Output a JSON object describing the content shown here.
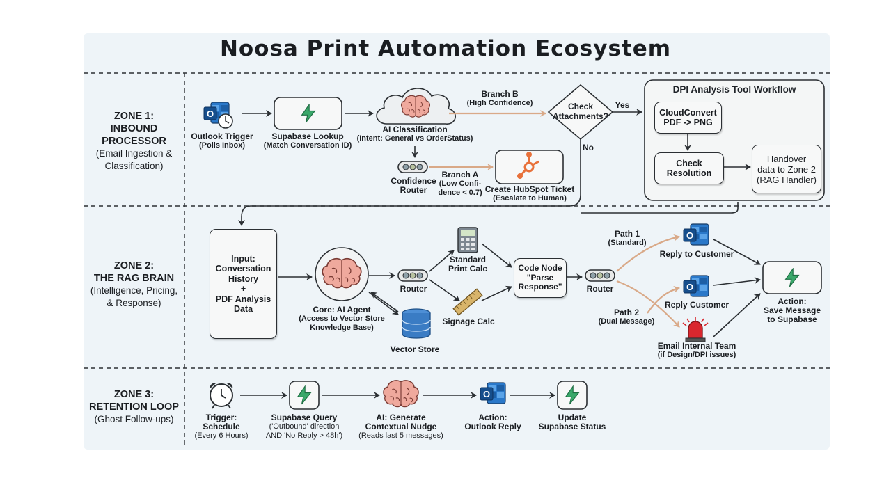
{
  "title": "Noosa Print Automation Ecosystem",
  "colors": {
    "background_panel": "#eef4f8",
    "line": "#2b2f33",
    "accent_arrow": "#d9a988",
    "bolt": "#3aa86a",
    "outlook": "#1f5fa8",
    "hubspot": "#e8713a",
    "brain": "#e9a296",
    "alarm": "#d9272e"
  },
  "zones": [
    {
      "name": "ZONE 1:\nINBOUND\nPROCESSOR",
      "desc": "(Email Ingestion &\nClassification)"
    },
    {
      "name": "ZONE 2:\nTHE RAG BRAIN",
      "desc": "(Intelligence, Pricing,\n& Response)"
    },
    {
      "name": "ZONE 3:\nRETENTION LOOP",
      "desc": "(Ghost Follow-ups)"
    }
  ],
  "zone1": {
    "outlook_trigger": {
      "title": "Outlook Trigger",
      "sub": "(Polls Inbox)",
      "icon": "outlook-clock-icon"
    },
    "supabase_lookup": {
      "title": "Supabase Lookup",
      "sub": "(Match Conversation ID)",
      "icon": "bolt-icon"
    },
    "ai_classification": {
      "title": "AI Classification",
      "sub": "(Intent: General vs OrderStatus)",
      "icon": "brain-cloud-icon"
    },
    "branch_b": {
      "title": "Branch B",
      "sub": "(High Confidence)"
    },
    "check_attachments": "Check\nAttachments?",
    "yes": "Yes",
    "no": "No",
    "confidence_router": {
      "title": "Confidence\nRouter",
      "icon": "router-icon"
    },
    "branch_a": {
      "title": "Branch A",
      "sub": "(Low Confi-\ndence < 0.7)"
    },
    "hubspot": {
      "title": "Create HubSpot Ticket",
      "sub": "(Escalate to Human)",
      "icon": "hubspot-icon"
    },
    "dpi_group": {
      "title": "DPI Analysis Tool Workflow",
      "cloudconvert": "CloudConvert\nPDF -> PNG",
      "check_resolution": "Check\nResolution",
      "handover": "Handover\ndata to Zone 2\n(RAG Handler)"
    }
  },
  "zone2": {
    "input": "Input:\nConversation\nHistory\n+\nPDF Analysis\nData",
    "core_agent": {
      "title": "Core: AI Agent",
      "sub": "(Access to Vector Store\nKnowledge Base)",
      "icon": "brain-icon"
    },
    "vector_store": {
      "title": "Vector Store",
      "icon": "database-icon"
    },
    "router1": {
      "title": "Router",
      "icon": "router-icon"
    },
    "standard_print": {
      "title": "Standard\nPrint Calc",
      "icon": "calculator-icon"
    },
    "signage": {
      "title": "Signage Calc",
      "icon": "ruler-icon"
    },
    "code_node": "Code Node\n\"Parse\nResponse\"",
    "router2": {
      "title": "Router",
      "icon": "router-icon"
    },
    "path1": {
      "title": "Path 1",
      "sub": "(Standard)"
    },
    "path2": {
      "title": "Path 2",
      "sub": "(Dual Message)"
    },
    "reply_customer": {
      "title": "Reply to Customer",
      "icon": "outlook-icon"
    },
    "reply_customer2": {
      "title": "Reply Customer",
      "icon": "outlook-icon"
    },
    "email_internal": {
      "title": "Email Internal Team",
      "sub": "(if Design/DPI issues)",
      "icon": "alarm-light-icon"
    },
    "save_message": {
      "title": "Action:\nSave Message\nto Supabase",
      "icon": "bolt-icon"
    }
  },
  "zone3": {
    "trigger": {
      "title": "Trigger:\nSchedule",
      "sub": "(Every 6 Hours)",
      "icon": "alarm-clock-icon"
    },
    "supabase_query": {
      "title": "Supabase Query",
      "sub": "('Outbound' direction\nAND 'No Reply > 48h')",
      "icon": "bolt-icon"
    },
    "ai_nudge": {
      "title": "AI: Generate\nContextual Nudge",
      "sub": "(Reads last 5 messages)",
      "icon": "brain-icon"
    },
    "outlook_reply": {
      "title": "Action:\nOutlook Reply",
      "icon": "outlook-icon"
    },
    "update_status": {
      "title": "Update\nSupabase Status",
      "icon": "bolt-icon"
    }
  }
}
